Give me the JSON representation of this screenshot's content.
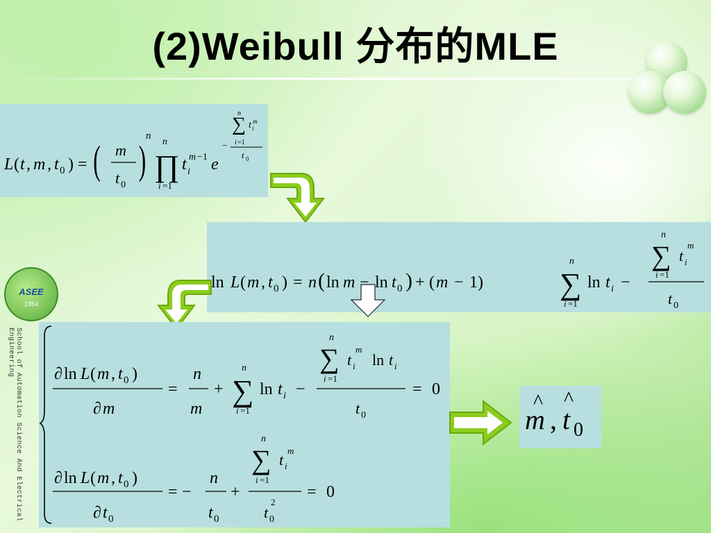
{
  "slide": {
    "title": "(2)Weibull 分布的MLE"
  },
  "logo": {
    "text": "ASEE",
    "year": "1954"
  },
  "side_text": "School of Automation Science And Electrical Engineering",
  "colors": {
    "formula_box": "#b7dfe0",
    "arrow_fill": "#8ccc1e",
    "arrow_stroke": "#6aa810"
  },
  "icons": [
    "curved-arrow-down-right-icon",
    "curved-arrow-down-left-icon",
    "hollow-arrow-down-icon",
    "right-arrow-icon"
  ]
}
